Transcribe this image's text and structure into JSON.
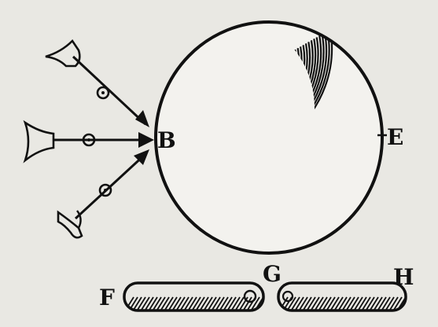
{
  "figure": {
    "labels": {
      "b": "B",
      "e": "E",
      "f": "F",
      "g": "G",
      "h": "H"
    },
    "arrow_count": 3,
    "rod_count": 2,
    "colors": {
      "paper": "#e9e8e3",
      "ink": "#111111"
    }
  }
}
